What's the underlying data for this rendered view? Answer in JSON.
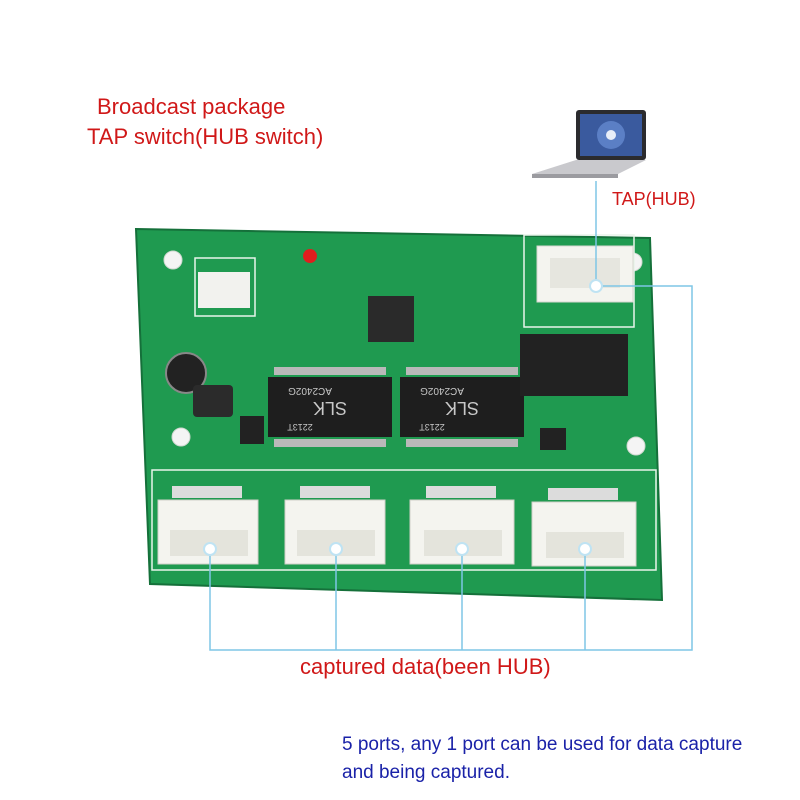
{
  "title": {
    "line1": "Broadcast package",
    "line2": "TAP switch(HUB switch)"
  },
  "tap_label": "TAP(HUB)",
  "captured_label": "captured data(been HUB)",
  "note": {
    "line1": "5 ports, any 1 port can be used for data capture",
    "line2": "and being captured."
  },
  "chips": {
    "chip1_brand": "SLK",
    "chip1_code": "2213T",
    "chip1_part": "AC2402G",
    "chip2_brand": "SLK",
    "chip2_code": "2213T",
    "chip2_part": "AC2402G"
  },
  "colors": {
    "title_red": "#d01818",
    "note_blue": "#1a22a8",
    "connector_line": "#7fc6e6",
    "pcb_green": "#1f9a50"
  }
}
